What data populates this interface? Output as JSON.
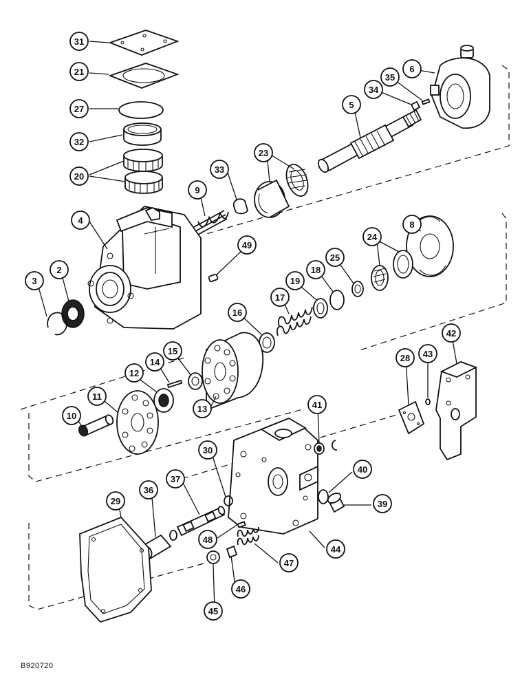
{
  "diagram": {
    "reference_code": "B920720",
    "callouts": [
      {
        "label": "31"
      },
      {
        "label": "21"
      },
      {
        "label": "27"
      },
      {
        "label": "32"
      },
      {
        "label": "20"
      },
      {
        "label": "6"
      },
      {
        "label": "35"
      },
      {
        "label": "34"
      },
      {
        "label": "5"
      },
      {
        "label": "23"
      },
      {
        "label": "33"
      },
      {
        "label": "9"
      },
      {
        "label": "4"
      },
      {
        "label": "49"
      },
      {
        "label": "8"
      },
      {
        "label": "24"
      },
      {
        "label": "25"
      },
      {
        "label": "18"
      },
      {
        "label": "19"
      },
      {
        "label": "17"
      },
      {
        "label": "16"
      },
      {
        "label": "2"
      },
      {
        "label": "3"
      },
      {
        "label": "15"
      },
      {
        "label": "14"
      },
      {
        "label": "12"
      },
      {
        "label": "11"
      },
      {
        "label": "10"
      },
      {
        "label": "13"
      },
      {
        "label": "42"
      },
      {
        "label": "28"
      },
      {
        "label": "43"
      },
      {
        "label": "41"
      },
      {
        "label": "40"
      },
      {
        "label": "39"
      },
      {
        "label": "30"
      },
      {
        "label": "37"
      },
      {
        "label": "36"
      },
      {
        "label": "29"
      },
      {
        "label": "48"
      },
      {
        "label": "47"
      },
      {
        "label": "44"
      },
      {
        "label": "46"
      },
      {
        "label": "45"
      }
    ]
  }
}
